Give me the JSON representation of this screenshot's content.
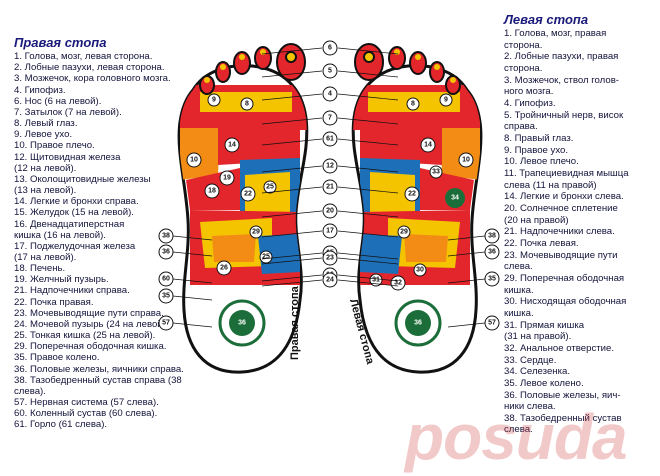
{
  "right_foot": {
    "title": "Правая стопа",
    "items": [
      "1. Голова, мозг, левая сторона.",
      "2. Лобные пазухи, левая сторона.",
      "3. Мозжечок, кора головного мозга.",
      "4. Гипофиз.",
      "6. Нос (6 на левой).",
      "7. Затылок (7 на левой).",
      "8. Левый глаз.",
      "9. Левое ухо.",
      "10. Правое плечо.",
      "12. Щитовидная железа",
      "(12 на левой).",
      "13. Околощитовидные железы",
      "(13 на левой).",
      "14. Легкие и бронхи справа.",
      "15. Желудок (15 на левой).",
      "16. Двенадцатиперстная",
      "кишка (16 на левой).",
      "17. Поджелудочная железа",
      "(17 на левой).",
      "18. Печень.",
      "19. Желчный пузырь.",
      "21. Надпочечники справа.",
      "22. Почка правая.",
      "23. Мочевыводящие пути справа.",
      "24. Мочевой пузырь (24 на левой).",
      "25. Тонкая кишка (25 на левой).",
      "29. Поперечная ободочная кишка.",
      "35. Правое колено.",
      "36. Половые железы, яичники справа.",
      "38. Тазобедренный сустав справа (38 слева).",
      "57. Нервная система (57 слева).",
      "60. Коленный сустав (60 слева).",
      "61. Горло (61 слева)."
    ]
  },
  "left_foot": {
    "title": "Левая стопа",
    "items": [
      "1. Голова, мозг, правая",
      "сторона.",
      "2. Лобные пазухи, правая",
      "сторона.",
      "3. Мозжечок, ствол голов-",
      "ного мозга.",
      "4. Гипофиз.",
      "5. Тройничный нерв, висок",
      "справа.",
      "8. Правый глаз.",
      "9. Правое ухо.",
      "10. Левое плечо.",
      "11. Трапециевидная мышца",
      "слева (11 на правой)",
      "14. Легкие и бронхи слева.",
      "20. Солнечное сплетение",
      "(20 на правой)",
      "21. Надпочечники слева.",
      "22. Почка левая.",
      "23. Мочевыводящие пути",
      "слева.",
      "29. Поперечная ободочная",
      "кишка.",
      "30. Нисходящая ободочная",
      "кишка.",
      "31. Прямая кишка",
      "(31 на правой).",
      "32. Анальное отверстие.",
      "33. Сердце.",
      "34. Селезенка.",
      "35. Левое колено.",
      "36. Половые железы, яич-",
      "ники слева.",
      "38. Тазобедренный сустав",
      "слева."
    ]
  },
  "foot_labels": {
    "right": "Правая стопа",
    "left": "Левая стопа"
  },
  "center_numbers": [
    "6",
    "5",
    "4",
    "7",
    "61",
    "12",
    "21",
    "20",
    "17",
    "15",
    "16",
    "23",
    "24"
  ],
  "side_numbers_left": [
    "38",
    "36",
    "60",
    "35",
    "57"
  ],
  "side_numbers_right": [
    "38",
    "36",
    "35",
    "57"
  ],
  "watermark": "posuda",
  "colors": {
    "red": "#e3262c",
    "yellow": "#f5c400",
    "orange": "#f28c14",
    "blue": "#1d6fb8",
    "green": "#1b6e3a",
    "outline": "#111111"
  }
}
